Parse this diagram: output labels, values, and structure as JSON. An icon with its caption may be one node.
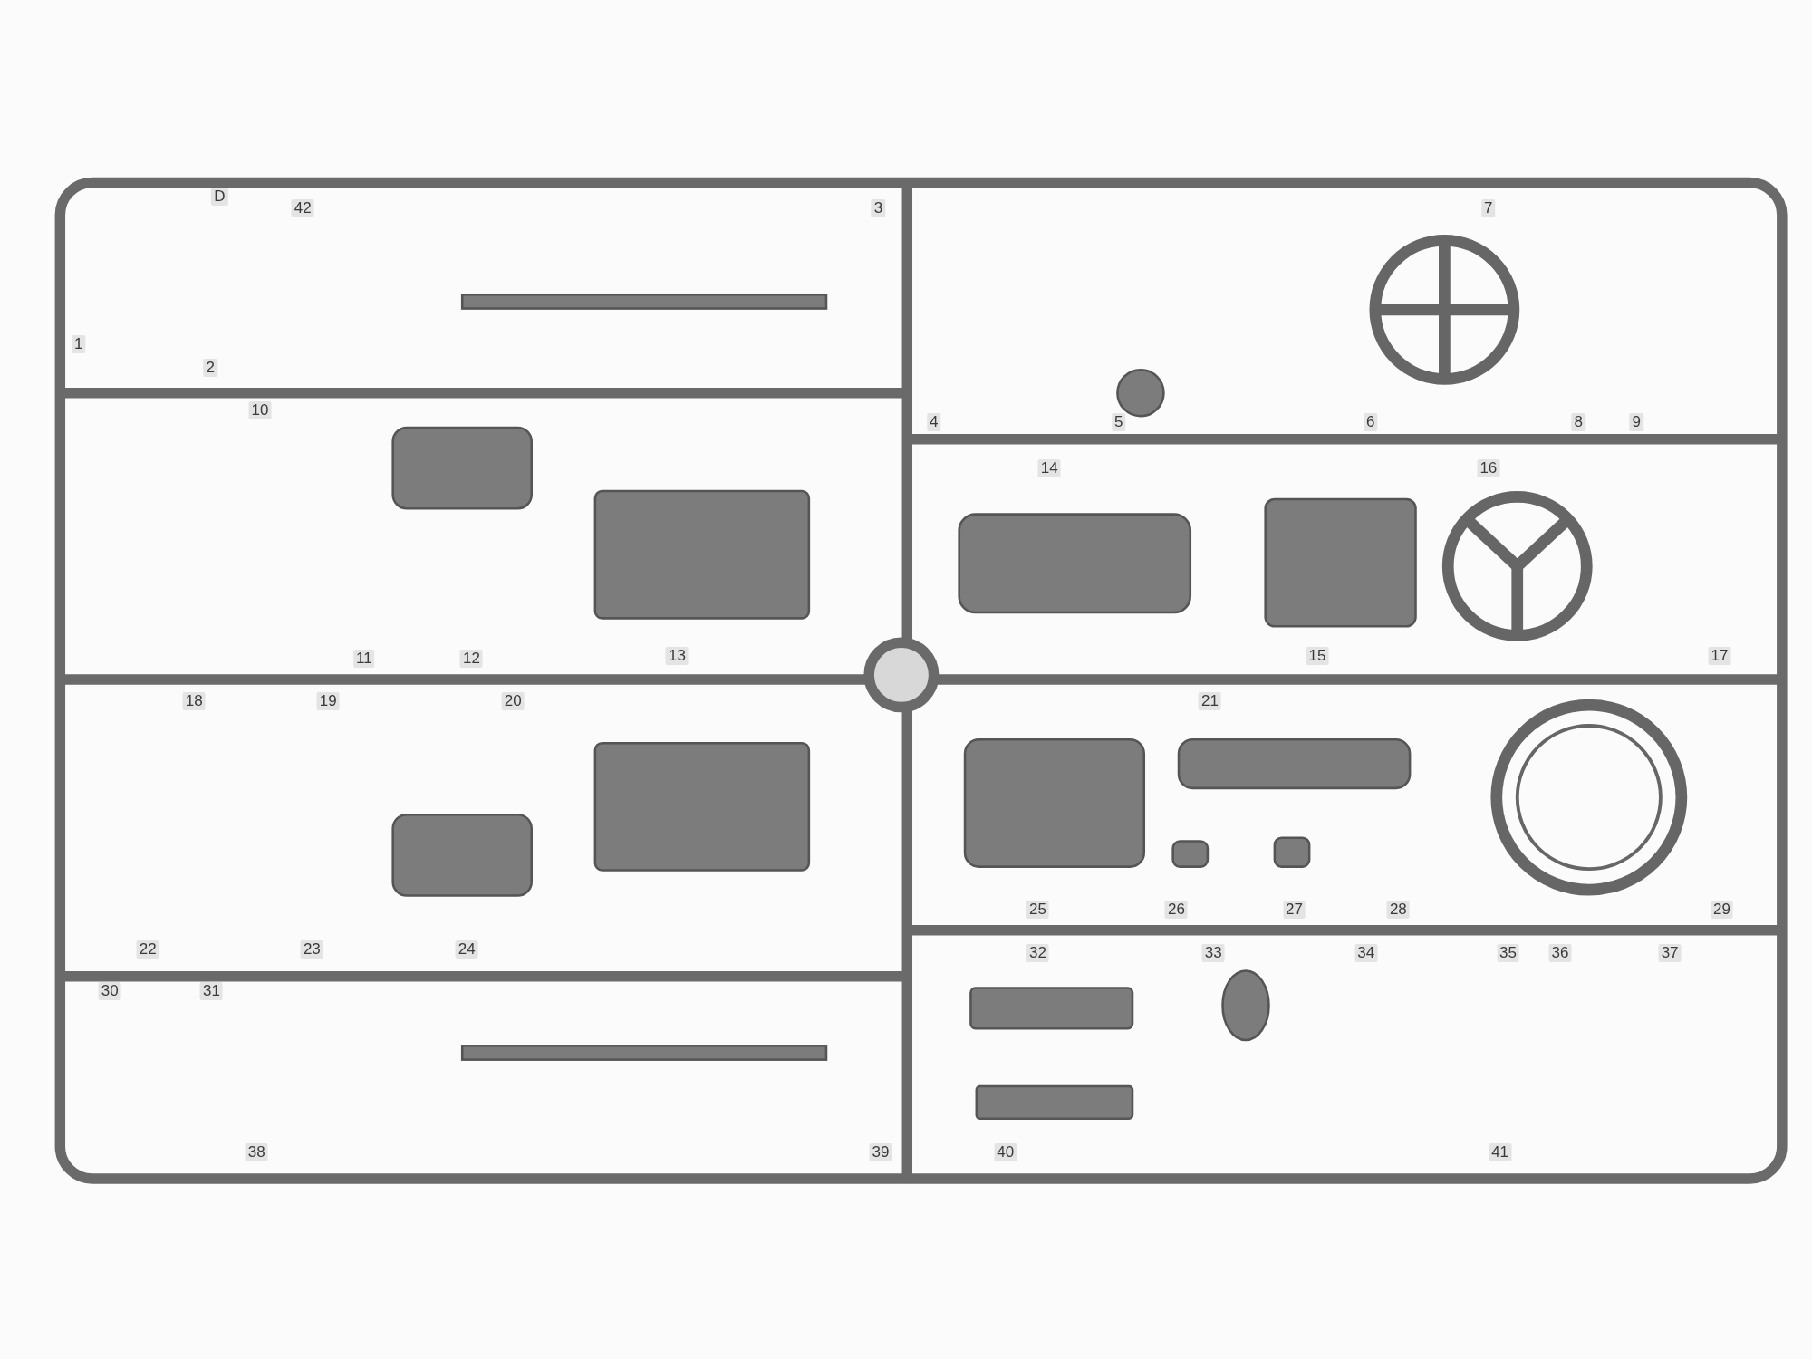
{
  "diagram": {
    "labels": [
      "D",
      "42",
      "3",
      "7",
      "1",
      "2",
      "10",
      "4",
      "5",
      "6",
      "8",
      "9",
      "14",
      "16",
      "11",
      "12",
      "13",
      "15",
      "17",
      "18",
      "19",
      "20",
      "21",
      "25",
      "26",
      "27",
      "28",
      "29",
      "22",
      "23",
      "24",
      "32",
      "33",
      "34",
      "35",
      "36",
      "37",
      "30",
      "31",
      "38",
      "39",
      "40",
      "41"
    ]
  }
}
